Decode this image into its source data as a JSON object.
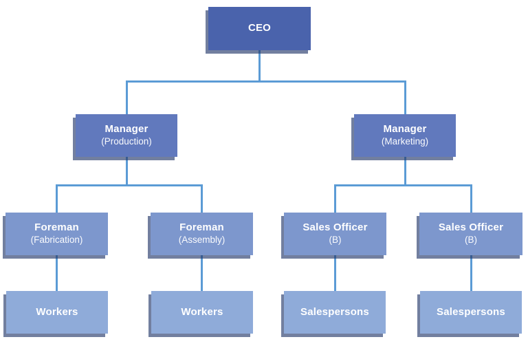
{
  "diagram": {
    "type": "org-chart",
    "colors": {
      "level1_fill": "#4a63ac",
      "level2_fill": "#6179bd",
      "level3_fill": "#7d97cd",
      "level4_fill": "#8fabd9",
      "connector": "#5b9bd5",
      "shadow": "#263a6c",
      "text": "#ffffff",
      "background": "#ffffff"
    },
    "nodes": {
      "ceo": {
        "title": "CEO",
        "subtitle": ""
      },
      "manager_production": {
        "title": "Manager",
        "subtitle": "(Production)"
      },
      "manager_marketing": {
        "title": "Manager",
        "subtitle": "(Marketing)"
      },
      "foreman_fabrication": {
        "title": "Foreman",
        "subtitle": "(Fabrication)"
      },
      "foreman_assembly": {
        "title": "Foreman",
        "subtitle": "(Assembly)"
      },
      "sales_officer_1": {
        "title": "Sales Officer",
        "subtitle": "(B)"
      },
      "sales_officer_2": {
        "title": "Sales Officer",
        "subtitle": "(B)"
      },
      "workers_1": {
        "title": "Workers"
      },
      "workers_2": {
        "title": "Workers"
      },
      "salespersons_1": {
        "title": "Salespersons"
      },
      "salespersons_2": {
        "title": "Salespersons"
      }
    },
    "edges": [
      [
        "CEO",
        "Manager (Production)"
      ],
      [
        "CEO",
        "Manager (Marketing)"
      ],
      [
        "Manager (Production)",
        "Foreman (Fabrication)"
      ],
      [
        "Manager (Production)",
        "Foreman (Assembly)"
      ],
      [
        "Manager (Marketing)",
        "Sales Officer (B)"
      ],
      [
        "Manager (Marketing)",
        "Sales Officer (B)"
      ],
      [
        "Foreman (Fabrication)",
        "Workers"
      ],
      [
        "Foreman (Assembly)",
        "Workers"
      ],
      [
        "Sales Officer (B)",
        "Salespersons"
      ],
      [
        "Sales Officer (B)",
        "Salespersons"
      ]
    ]
  }
}
